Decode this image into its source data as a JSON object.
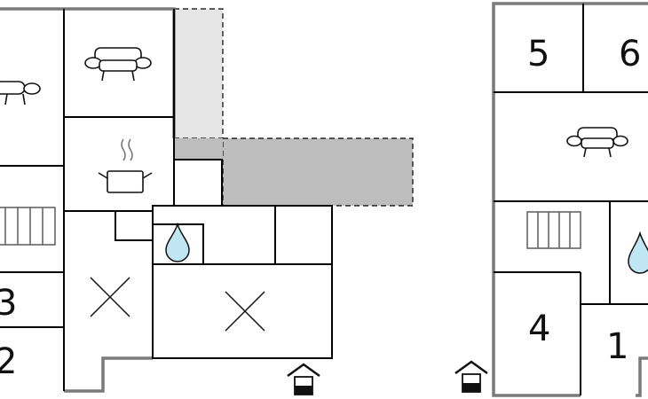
{
  "floorplan": {
    "rooms": [
      {
        "id": "room-3",
        "label": "3"
      },
      {
        "id": "room-2",
        "label": "2"
      },
      {
        "id": "room-5",
        "label": "5"
      },
      {
        "id": "room-6",
        "label": "6"
      },
      {
        "id": "room-4",
        "label": "4"
      },
      {
        "id": "room-1",
        "label": "1"
      }
    ],
    "icons": [
      "sofa-icon",
      "kitchen-pot-icon",
      "radiator-icon",
      "water-drop-icon",
      "cross-mark-icon",
      "entrance-icon"
    ],
    "colors": {
      "wall": "#000000",
      "outer_wall": "#7a7a7a",
      "terrace_light": "#e6e6e6",
      "terrace_dark": "#bdbdbd",
      "water_drop": "#bfe6f2"
    }
  }
}
